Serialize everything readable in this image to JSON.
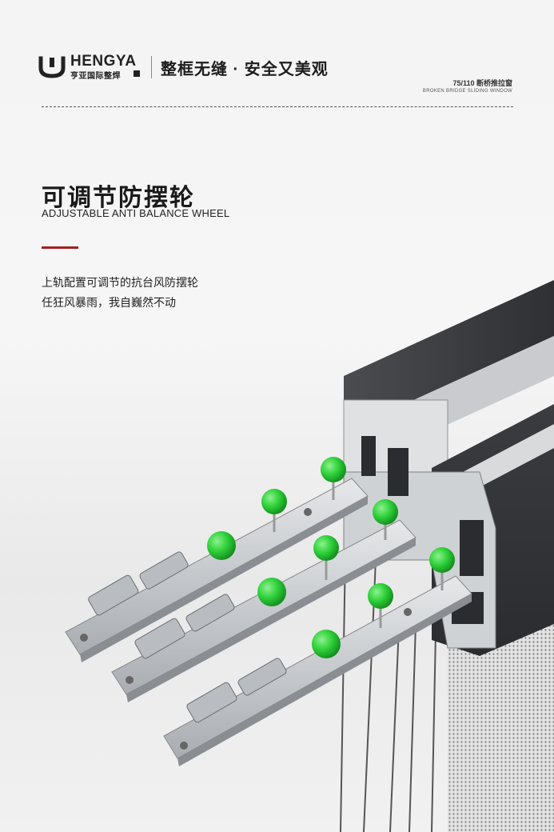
{
  "brand": {
    "name_en": "HENGYA",
    "name_cn": "亨亚国际整焊",
    "logo_icon": "u-shape-logo-icon",
    "slogan": "整框无缝 · 安全又美观"
  },
  "product_model": {
    "cn": "75/110 断桥推拉窗",
    "en": "BROKEN BRIDGE SLIDING WINDOW"
  },
  "feature": {
    "title_cn": "可调节防摆轮",
    "title_en": "ADJUSTABLE ANTI BALANCE WHEEL",
    "description": [
      "上轨配置可调节的抗台风防摆轮",
      "任狂风暴雨，我自巍然不动"
    ]
  },
  "colors": {
    "accent_red": "#a41f21",
    "wheel_green": "#2fd23a",
    "profile_dark": "#3b3d40"
  }
}
